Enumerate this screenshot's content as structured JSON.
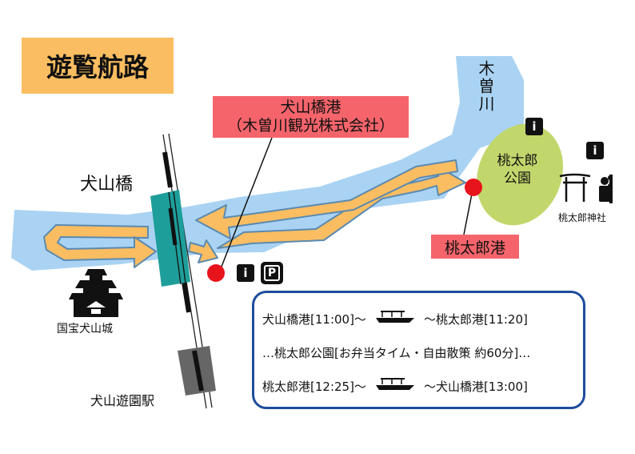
{
  "title": "遊覧航路",
  "labels": {
    "bridge": "犬山橋",
    "river": "木曽川",
    "park": "桃太郎公園",
    "shrine": "桃太郎神社",
    "castle": "国宝犬山城",
    "station": "犬山遊園駅"
  },
  "piers": {
    "inuyama_line1": "犬山橋港",
    "inuyama_line2": "（木曽川観光株式会社）",
    "momotaro": "桃太郎港"
  },
  "icons": {
    "info_glyph": "i",
    "parking_glyph": "P"
  },
  "schedule": [
    {
      "start": "犬山橋港[11:00]〜",
      "end": "〜桃太郎港[11:20]"
    },
    {
      "text": "…桃太郎公園[お弁当タイム・自由散策 約60分]…"
    },
    {
      "start": "桃太郎港[12:25]〜",
      "end": "〜犬山橋港[13:00]"
    }
  ],
  "colors": {
    "river": "#aad3f3",
    "route_arrow": "#fbbd61",
    "route_outline": "#5b8ab0",
    "pier_marker": "#e8141c",
    "pier_label_bg": "#f5646b",
    "title_bg": "#fbbd61",
    "park": "#c2d76b",
    "bridge": "#1e9e9a",
    "schedule_border": "#1d4c9c"
  }
}
